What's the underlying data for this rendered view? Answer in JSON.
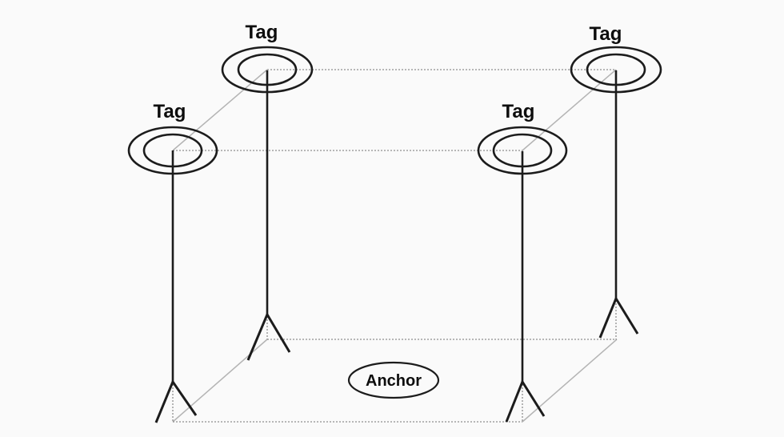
{
  "colors": {
    "background": "#fafafa",
    "line": "#1c1c1c",
    "dotted_edge": "#8f8f8f",
    "hidden_edge": "#b4b4b4",
    "text": "#0d0d0d"
  },
  "nodes": {
    "tags": [
      {
        "position": "front-left",
        "label": "Tag"
      },
      {
        "position": "back-left",
        "label": "Tag"
      },
      {
        "position": "front-right",
        "label": "Tag"
      },
      {
        "position": "back-right",
        "label": "Tag"
      }
    ],
    "anchor": {
      "label": "Anchor"
    }
  }
}
